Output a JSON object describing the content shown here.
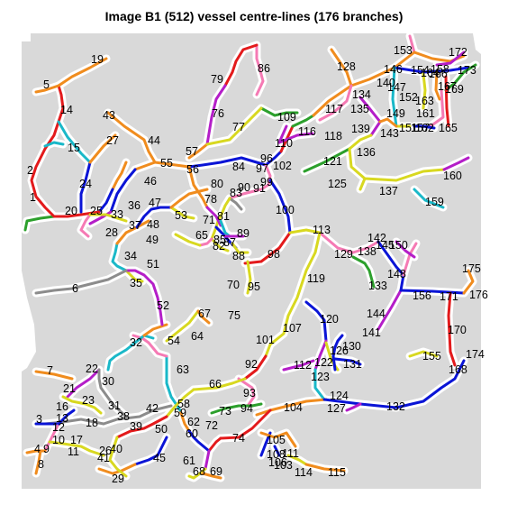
{
  "title": "Image B1 (512) vessel centre-lines (176 branches)",
  "branch_labels": [
    "1",
    "2",
    "3",
    "4",
    "5",
    "6",
    "7",
    "8",
    "9",
    "10",
    "11",
    "12",
    "13",
    "14",
    "15",
    "16",
    "17",
    "18",
    "19",
    "20",
    "21",
    "22",
    "23",
    "24",
    "25",
    "26",
    "27",
    "28",
    "29",
    "30",
    "31",
    "32",
    "33",
    "34",
    "35",
    "36",
    "37",
    "38",
    "39",
    "40",
    "41",
    "42",
    "43",
    "44",
    "45",
    "46",
    "47",
    "48",
    "49",
    "50",
    "51",
    "52",
    "53",
    "54",
    "55",
    "56",
    "57",
    "58",
    "59",
    "60",
    "61",
    "62",
    "63",
    "64",
    "65",
    "66",
    "67",
    "68",
    "69",
    "70",
    "71",
    "72",
    "73",
    "74",
    "75",
    "76",
    "77",
    "78",
    "79",
    "80",
    "81",
    "82",
    "83",
    "84",
    "85",
    "86",
    "87",
    "88",
    "89",
    "90",
    "91",
    "92",
    "93",
    "94",
    "95",
    "96",
    "97",
    "98",
    "99",
    "100",
    "101",
    "102",
    "103",
    "104",
    "105",
    "106",
    "107",
    "108",
    "109",
    "110",
    "111",
    "112",
    "113",
    "114",
    "115",
    "116",
    "117",
    "118",
    "119",
    "120",
    "121",
    "122",
    "123",
    "124",
    "125",
    "126",
    "127",
    "128",
    "129",
    "130",
    "131",
    "132",
    "133",
    "134",
    "135",
    "136",
    "137",
    "138",
    "139",
    "140",
    "141",
    "142",
    "143",
    "144",
    "145",
    "146",
    "147",
    "148",
    "149",
    "150",
    "151",
    "152",
    "153",
    "154",
    "155",
    "156",
    "157",
    "158",
    "159",
    "160",
    "161",
    "162",
    "163",
    "164",
    "165",
    "166",
    "167",
    "168",
    "169",
    "170",
    "171",
    "172",
    "173",
    "174",
    "175",
    "176"
  ],
  "colors": {
    "background": "#d9d9d9",
    "vessel_glow": "#ffffff",
    "branch_palette": [
      "#e31a1c",
      "#0a14d6",
      "#f08c1e",
      "#b41ec8",
      "#2ca02c",
      "#d8d820",
      "#1ab8c8",
      "#8c8c8c",
      "#f57ab4",
      "#f5f0a0"
    ]
  }
}
